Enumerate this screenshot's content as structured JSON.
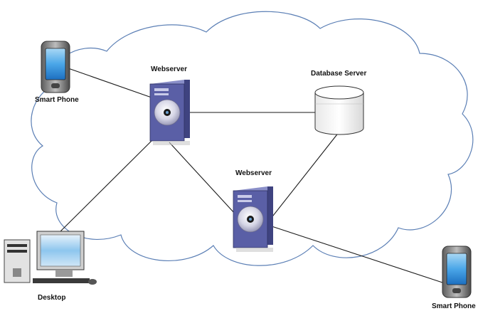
{
  "nodes": {
    "webserver_top": {
      "label": "Webserver",
      "icon": "server-icon"
    },
    "webserver_bottom": {
      "label": "Webserver",
      "icon": "server-icon"
    },
    "database": {
      "label": "Database Server",
      "icon": "database-icon"
    },
    "phone_top": {
      "label": "Smart Phone",
      "icon": "smartphone-icon"
    },
    "phone_bottom": {
      "label": "Smart Phone",
      "icon": "smartphone-icon"
    },
    "desktop": {
      "label": "Desktop",
      "icon": "desktop-computer-icon"
    }
  },
  "connections": [
    [
      "phone_top",
      "webserver_top"
    ],
    [
      "webserver_top",
      "database"
    ],
    [
      "webserver_top",
      "webserver_bottom"
    ],
    [
      "webserver_top",
      "desktop"
    ],
    [
      "webserver_bottom",
      "database"
    ],
    [
      "webserver_bottom",
      "phone_bottom"
    ]
  ],
  "colors": {
    "cloud_stroke": "#5b7fb5",
    "line": "#1a1a1a",
    "server_body": "#5a5fa6",
    "server_side": "#3f4380",
    "server_top": "#8a8fc9"
  }
}
